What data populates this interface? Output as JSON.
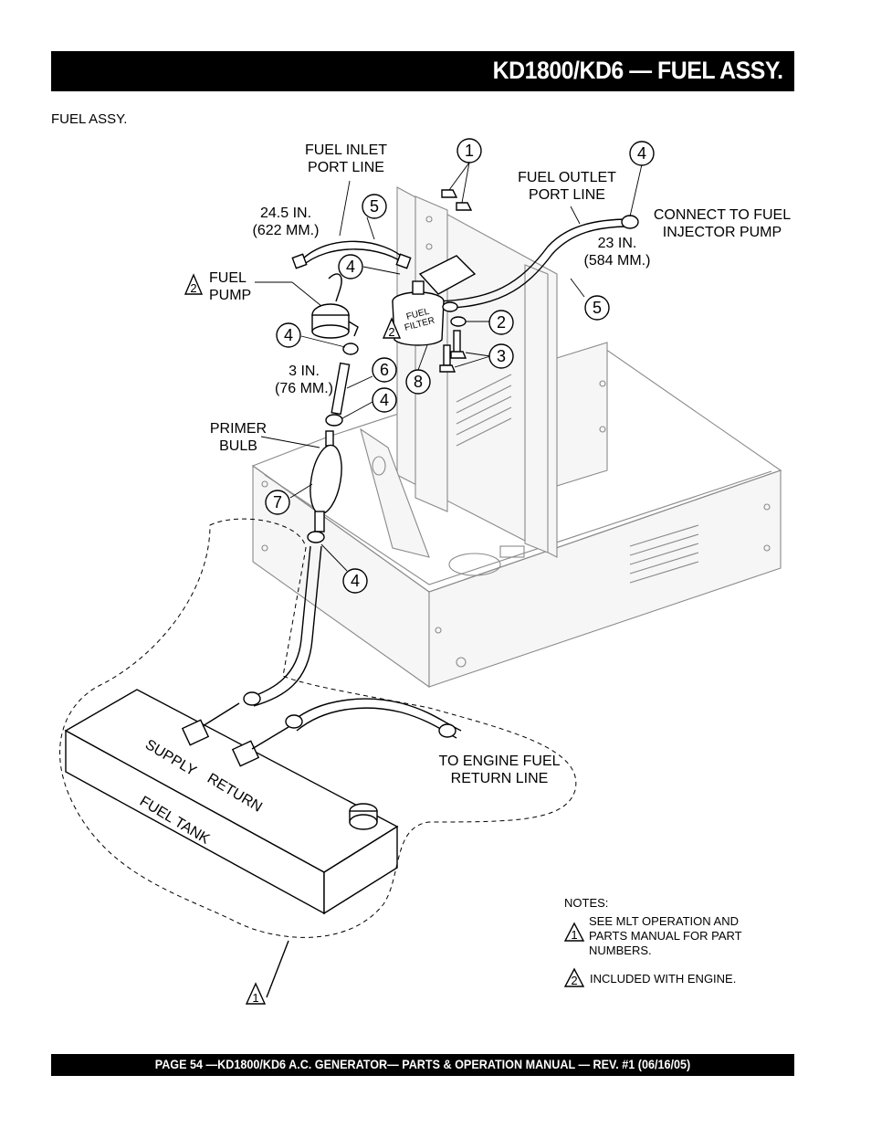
{
  "header": {
    "title": "KD1800/KD6 — FUEL ASSY."
  },
  "section_label": "FUEL ASSY.",
  "labels": {
    "fuel_inlet": [
      "FUEL INLET",
      "PORT LINE"
    ],
    "fuel_outlet": [
      "FUEL OUTLET",
      "PORT LINE"
    ],
    "connect_injector": [
      "CONNECT TO FUEL",
      "INJECTOR PUMP"
    ],
    "inlet_length": [
      "24.5 IN.",
      "(622 MM.)"
    ],
    "outlet_length": [
      "23 IN.",
      "(584 MM.)"
    ],
    "fuel_pump": [
      "FUEL",
      "PUMP"
    ],
    "fuel_filter": [
      "FUEL",
      "FILTER"
    ],
    "short_line_length": [
      "3 IN.",
      "(76 MM.)"
    ],
    "primer_bulb": [
      "PRIMER",
      "BULB"
    ],
    "return_line": [
      "TO ENGINE FUEL",
      "RETURN LINE"
    ],
    "tank_supply": "SUPPLY",
    "tank_return": "RETURN",
    "fuel_tank": "FUEL TANK"
  },
  "callouts": [
    "1",
    "2",
    "3",
    "4",
    "5",
    "6",
    "7",
    "8"
  ],
  "notes": {
    "title": "NOTES:",
    "items": [
      {
        "marker": "1",
        "lines": [
          "SEE MLT OPERATION AND",
          "PARTS MANUAL FOR PART",
          "NUMBERS."
        ]
      },
      {
        "marker": "2",
        "lines": [
          "INCLUDED WITH ENGINE."
        ]
      }
    ]
  },
  "footer": {
    "text": "PAGE 54 —KD1800/KD6 A.C. GENERATOR— PARTS & OPERATION MANUAL — REV. #1 (06/16/05)"
  }
}
